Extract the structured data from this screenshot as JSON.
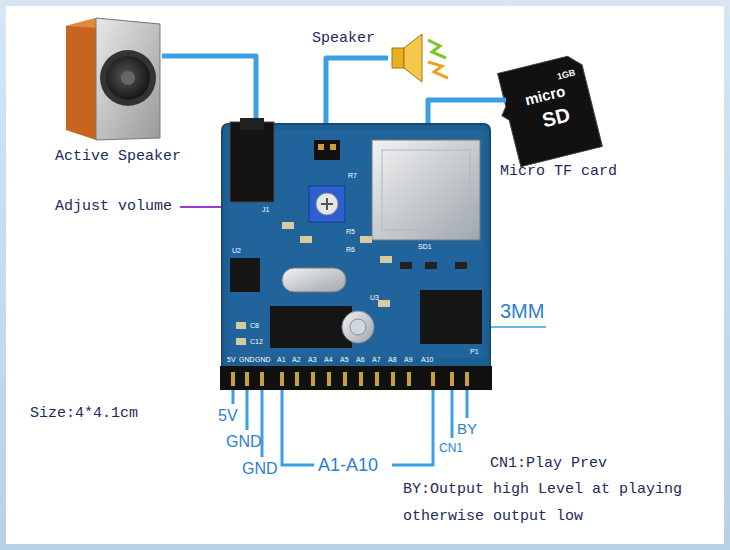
{
  "diagram": {
    "labels": [
      "Speaker",
      "Active Speaker",
      "Micro TF card",
      "Adjust volume",
      "3MM",
      "Size:4*4.1cm",
      "5V",
      "GND",
      "GND",
      "A1-A10",
      "CN1",
      "BY",
      "CN1:Play Prev",
      "BY:Output high Level at playing otherwise output low",
      "5V",
      "GND",
      "GND",
      "A1",
      "A2",
      "A3",
      "A4",
      "A5",
      "A6",
      "A7",
      "A8",
      "A9",
      "A10",
      "P1",
      "J1",
      "R7",
      "U2",
      "U3",
      "SD1",
      "R5",
      "R6",
      "C8",
      "C12",
      "micro",
      "SD",
      "1GB"
    ]
  }
}
